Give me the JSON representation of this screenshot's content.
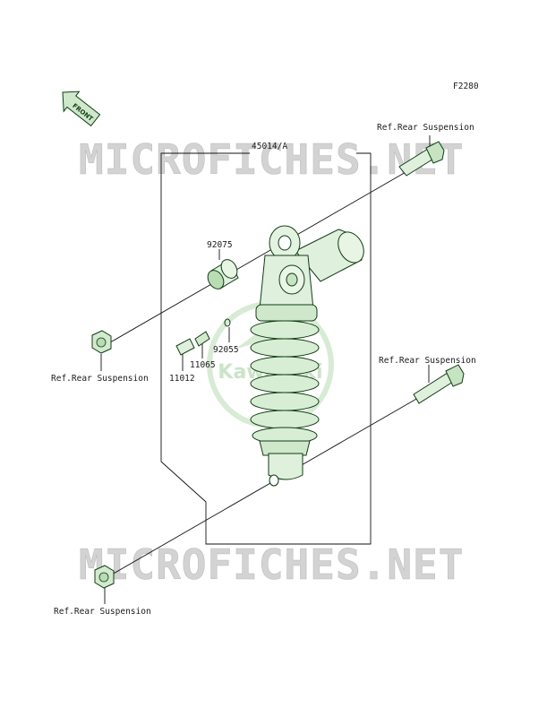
{
  "figure_code": "F2280",
  "assembly_number": "45014/A",
  "front_label": "FRONT",
  "watermark_text": "MICROFICHES.NET",
  "logo_text": "Kawasaki",
  "callouts": {
    "ref_top_right": "Ref.Rear Suspension",
    "ref_mid_right": "Ref.Rear Suspension",
    "ref_left": "Ref.Rear Suspension",
    "ref_bottom_left": "Ref.Rear Suspension",
    "part_92075": "92075",
    "part_92055": "92055",
    "part_11065": "11065",
    "part_11012": "11012"
  },
  "colors": {
    "part_fill": "#dff0dc",
    "part_shade": "#b9dcb5",
    "part_stroke": "#0f3d14",
    "watermark": "#c9c9c9",
    "logo": "#cfe6cc"
  }
}
